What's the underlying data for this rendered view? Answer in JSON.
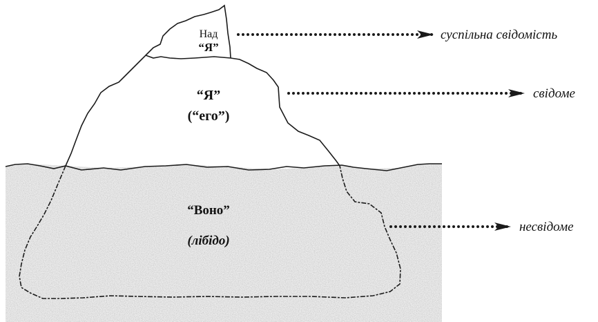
{
  "regions": {
    "superego": {
      "line1": "Над",
      "line2": "“Я”"
    },
    "ego": {
      "line1": "“Я”",
      "line2": "(“его”)"
    },
    "id": {
      "line1": "“Воно”",
      "line2": "(лібідо)"
    }
  },
  "annotations": {
    "superego": "суспільна свідомість",
    "ego": "свідоме",
    "id": "несвідоме"
  },
  "colors": {
    "outline": "#1a1a1a",
    "water": "#ececec",
    "background": "#ffffff"
  }
}
